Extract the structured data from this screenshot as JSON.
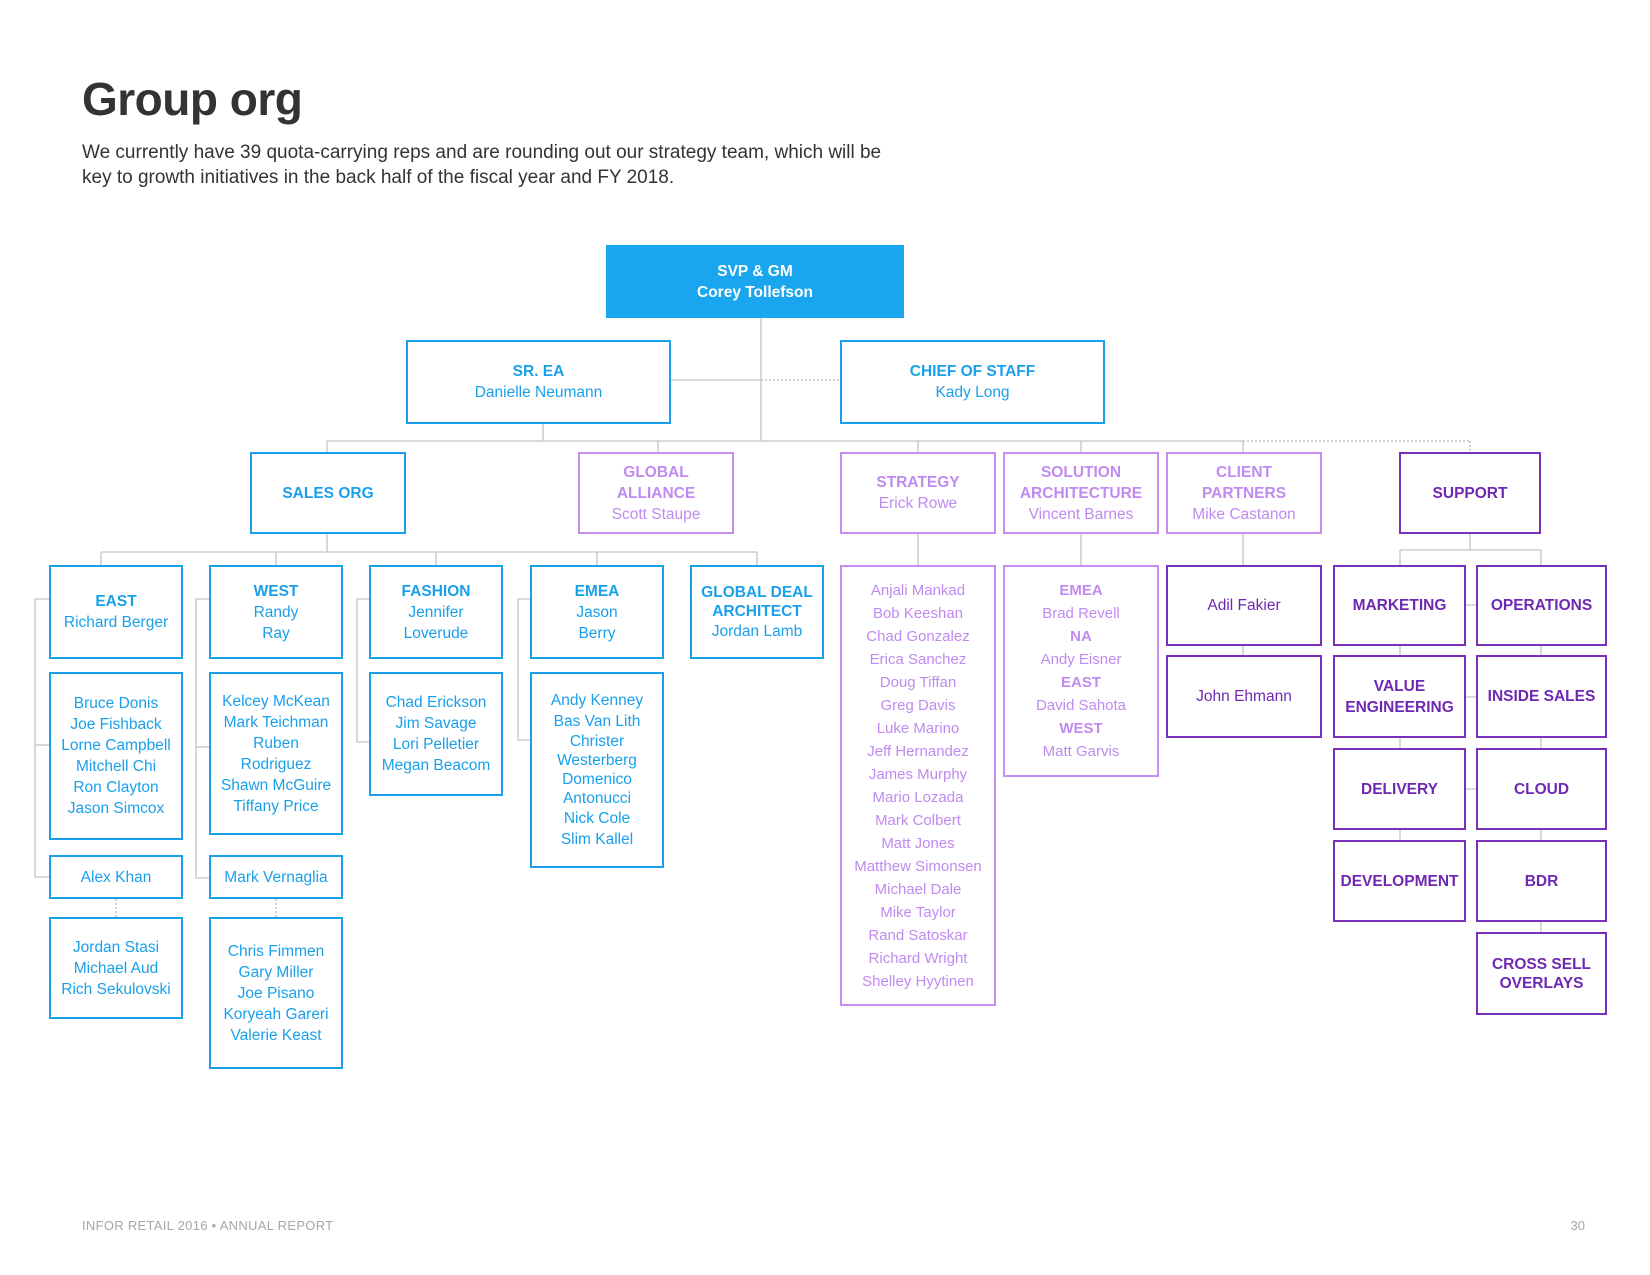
{
  "page": {
    "title": "Group org",
    "subtitle": "We currently have 39 quota-carrying reps and are rounding out our strategy team, which will be key to growth initiatives in the back half of the fiscal year and FY 2018.",
    "footer_left": "INFOR RETAIL 2016 • ANNUAL REPORT",
    "page_number": "30"
  },
  "colors": {
    "blue": "#1aa0ea",
    "pink": "#c08af0",
    "purple": "#6f28b2",
    "top_fill": "#1aa6ee"
  },
  "org": {
    "svp": {
      "role": "SVP & GM",
      "name": "Corey Tollefson"
    },
    "sr_ea": {
      "role": "SR. EA",
      "name": "Danielle Neumann"
    },
    "chief_of_staff": {
      "role": "CHIEF OF STAFF",
      "name": "Kady Long"
    },
    "sales_org": {
      "role": "SALES ORG"
    },
    "global_alliance": {
      "role": "GLOBAL ALLIANCE",
      "name": "Scott Staupe"
    },
    "strategy": {
      "role": "STRATEGY",
      "name": "Erick Rowe"
    },
    "solution_arch": {
      "role1": "SOLUTION",
      "role2": "ARCHITECTURE",
      "name": "Vincent Barnes"
    },
    "client_partners": {
      "role": "CLIENT PARTNERS",
      "name": "Mike Castanon"
    },
    "support": {
      "role": "SUPPORT"
    },
    "east": {
      "role": "EAST",
      "name": "Richard Berger",
      "team": [
        "Bruce Donis",
        "Joe Fishback",
        "Lorne Campbell",
        "Mitchell Chi",
        "Ron Clayton",
        "Jason Simcox"
      ],
      "sub_lead": "Alex Khan",
      "sub_team": [
        "Jordan Stasi",
        "Michael Aud",
        "Rich Sekulovski"
      ]
    },
    "west": {
      "role": "WEST",
      "name1": "Randy",
      "name2": "Ray",
      "team": [
        "Kelcey McKean",
        "Mark Teichman",
        "Ruben",
        "Rodriguez",
        "Shawn McGuire",
        "Tiffany Price"
      ],
      "sub_lead": "Mark Vernaglia",
      "sub_team": [
        "Chris Fimmen",
        "Gary Miller",
        "Joe Pisano",
        "Koryeah Gareri",
        "Valerie Keast"
      ]
    },
    "fashion": {
      "role": "FASHION",
      "name1": "Jennifer",
      "name2": "Loverude",
      "team": [
        "Chad Erickson",
        "Jim Savage",
        "Lori Pelletier",
        "Megan Beacom"
      ]
    },
    "emea": {
      "role": "EMEA",
      "name1": "Jason",
      "name2": "Berry",
      "team": [
        "Andy Kenney",
        "Bas Van Lith",
        "Christer",
        "Westerberg",
        "Domenico",
        "Antonucci",
        "Nick Cole",
        "Slim Kallel"
      ]
    },
    "gda": {
      "role1": "GLOBAL DEAL",
      "role2": "ARCHITECT",
      "name": "Jordan Lamb"
    },
    "strategy_team": [
      "Anjali Mankad",
      "Bob Keeshan",
      "Chad Gonzalez",
      "Erica Sanchez",
      "Doug Tiffan",
      "Greg Davis",
      "Luke Marino",
      "Jeff Hernandez",
      "James Murphy",
      "Mario Lozada",
      "Mark Colbert",
      "Matt Jones",
      "Matthew Simonsen",
      "Michael Dale",
      "Mike Taylor",
      "Rand Satoskar",
      "Richard Wright",
      "Shelley Hyytinen"
    ],
    "sa_team": {
      "emea_label": "EMEA",
      "emea_name": "Brad Revell",
      "na_label": "NA",
      "na_name": "Andy Eisner",
      "east_label": "EAST",
      "east_name": "David Sahota",
      "west_label": "WEST",
      "west_name": "Matt Garvis"
    },
    "client_team": [
      "Adil Fakier",
      "John Ehmann"
    ],
    "support_units": {
      "marketing": "MARKETING",
      "operations": "OPERATIONS",
      "value_eng1": "VALUE",
      "value_eng2": "ENGINEERING",
      "inside_sales": "INSIDE SALES",
      "delivery": "DELIVERY",
      "cloud": "CLOUD",
      "development": "DEVELOPMENT",
      "bdr": "BDR",
      "cross_sell1": "CROSS SELL",
      "cross_sell2": "OVERLAYS"
    }
  }
}
